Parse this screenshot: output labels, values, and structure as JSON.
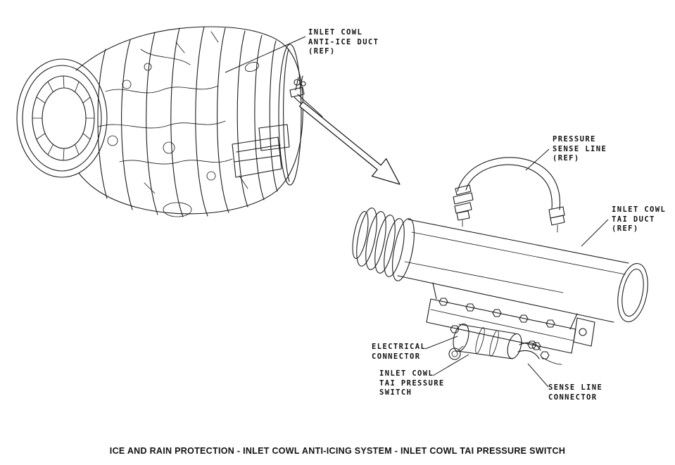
{
  "figure": {
    "caption": "ICE AND RAIN PROTECTION - INLET COWL ANTI-ICING SYSTEM - INLET COWL TAI PRESSURE SWITCH"
  },
  "labels": {
    "anti_ice_duct": "INLET COWL\nANTI-ICE DUCT\n(REF)",
    "pressure_sense_line": "PRESSURE\nSENSE LINE\n(REF)",
    "tai_duct": "INLET COWL\nTAI DUCT\n(REF)",
    "electrical_connector": "ELECTRICAL\nCONNECTOR",
    "tai_pressure_switch": "INLET COWL\nTAI PRESSURE\nSWITCH",
    "sense_line_connector": "SENSE LINE\nCONNECTOR"
  },
  "illustrations": {
    "engine": "turbofan-engine-line-drawing",
    "detail": "inlet-cowl-tai-pressure-switch-detail"
  },
  "colors": {
    "line": "#1b1b1b",
    "background": "#ffffff"
  }
}
